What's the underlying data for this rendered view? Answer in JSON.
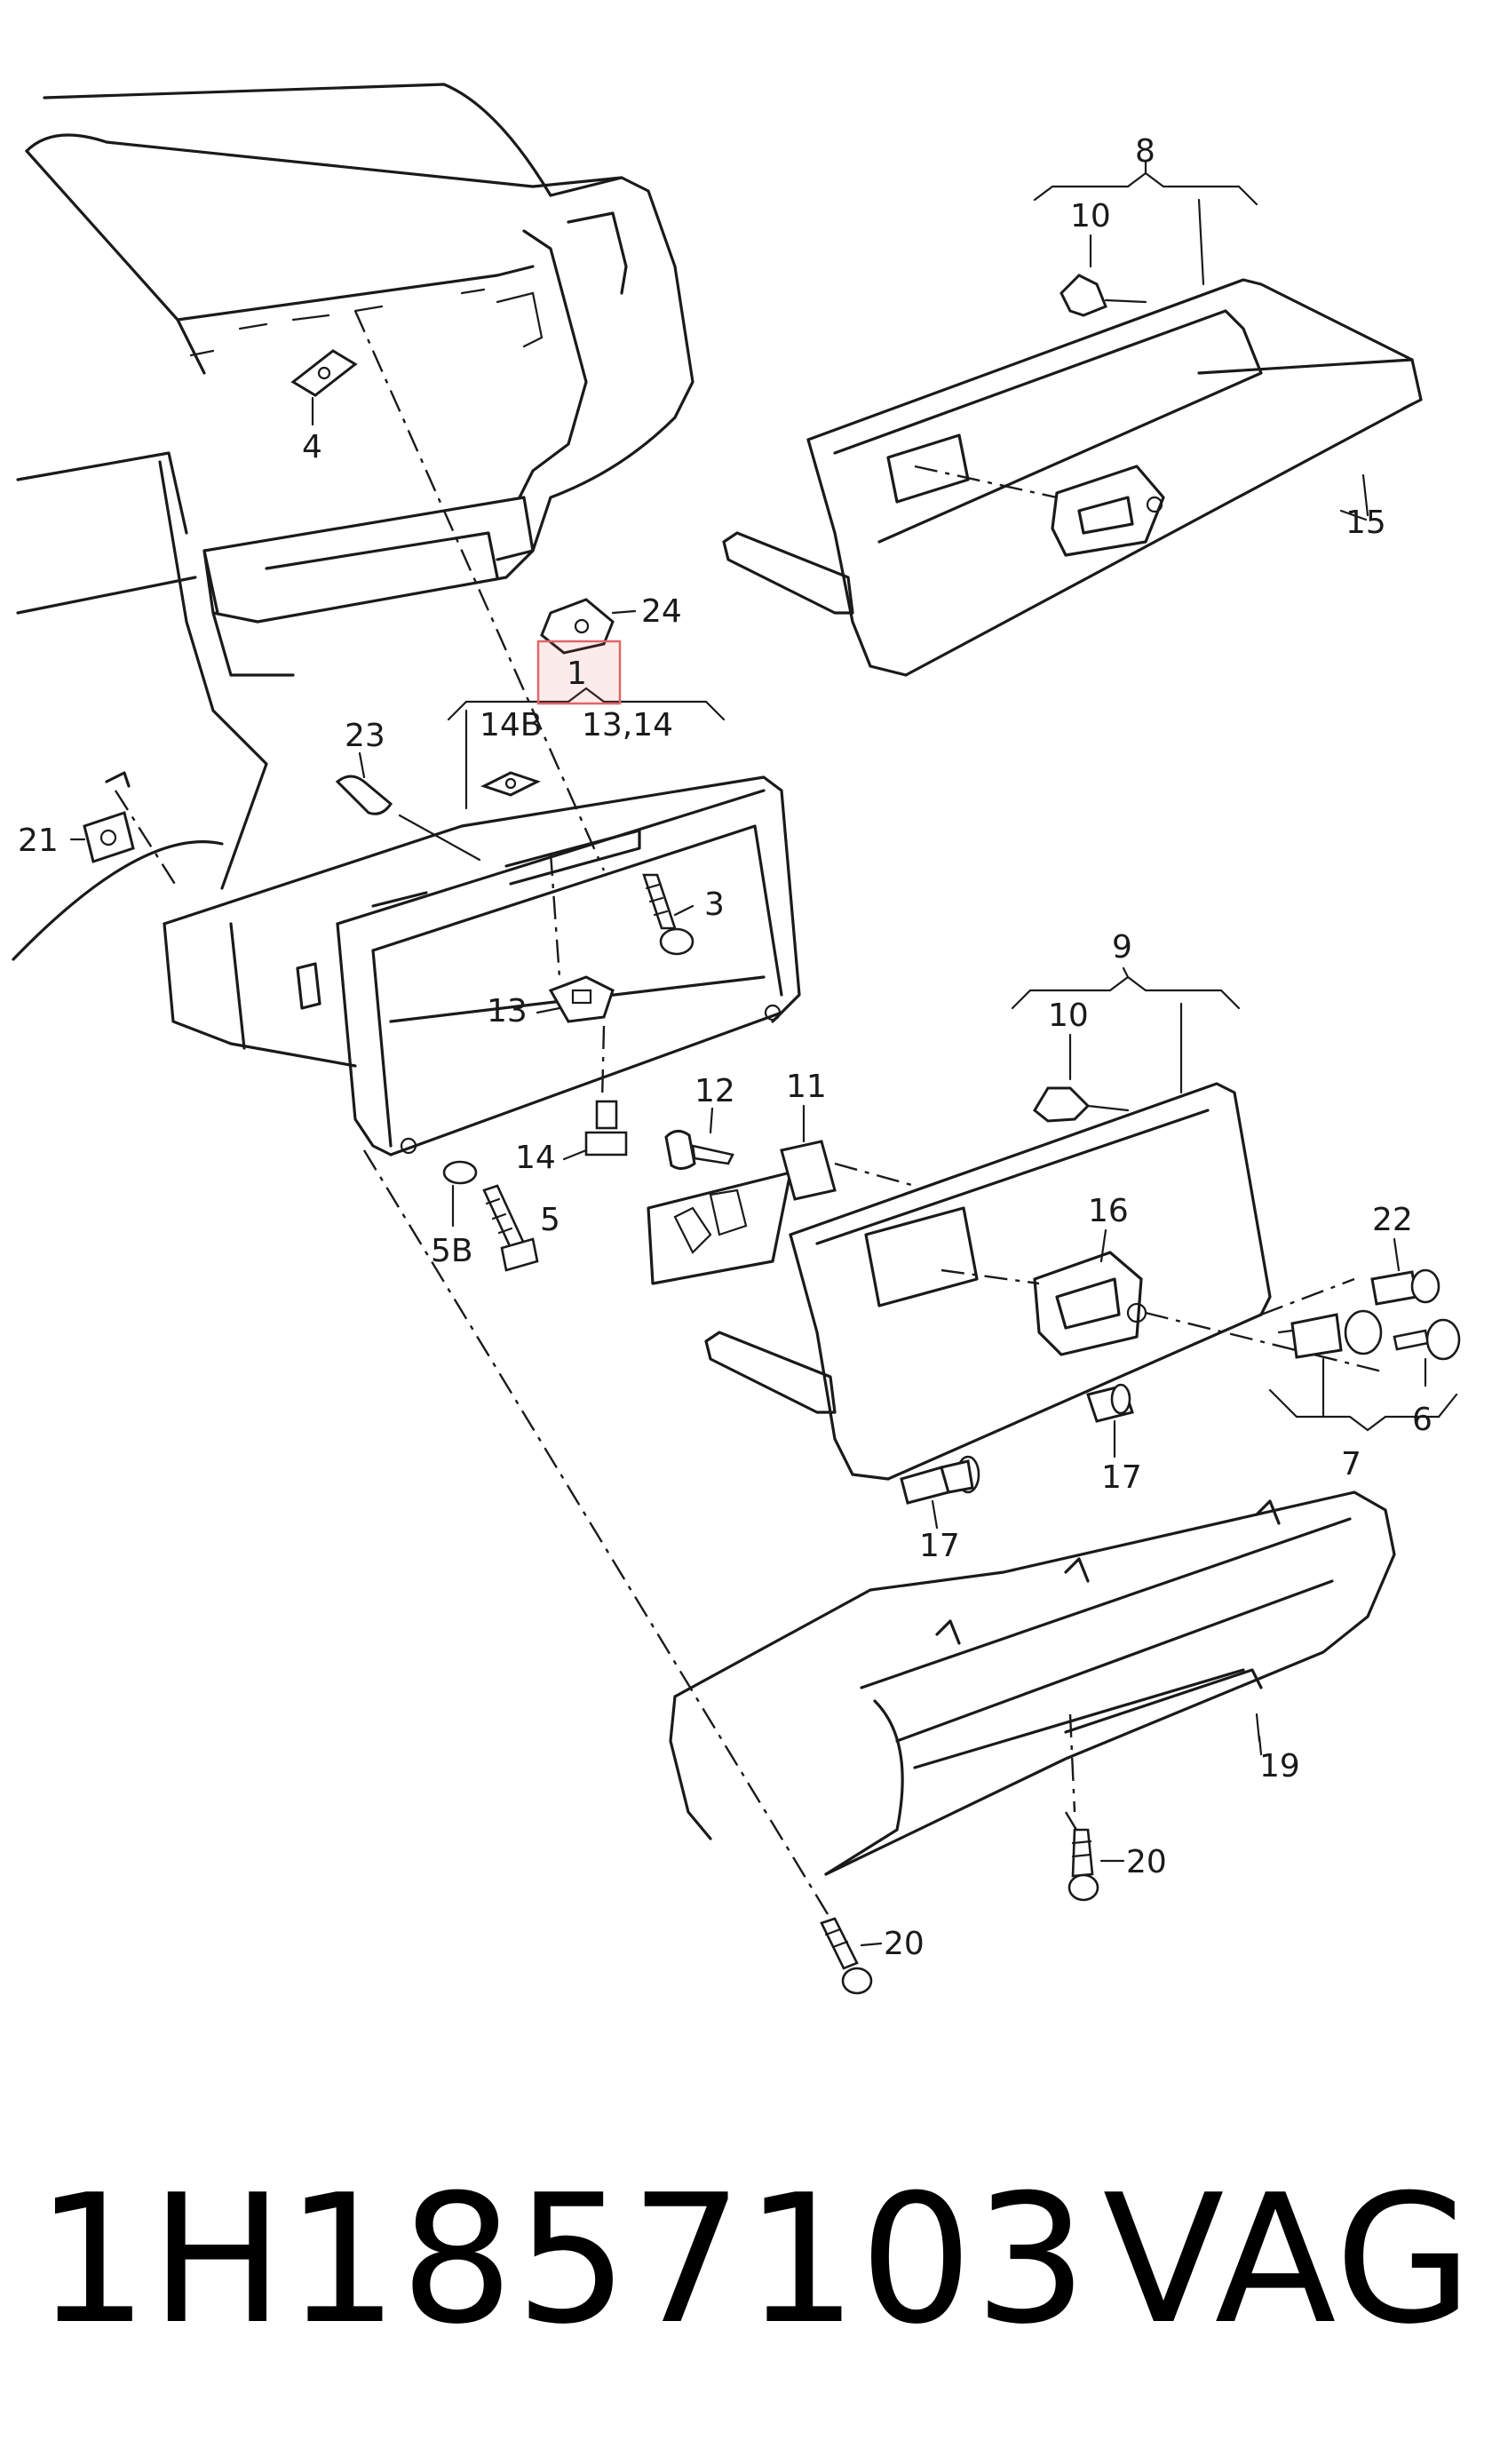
{
  "diagram": {
    "highlighted_callout": "1",
    "highlight_color": "#e06666",
    "callouts": [
      {
        "id": "c1",
        "text": "1"
      },
      {
        "id": "c3",
        "text": "3"
      },
      {
        "id": "c4",
        "text": "4"
      },
      {
        "id": "c5",
        "text": "5"
      },
      {
        "id": "c5b",
        "text": "5B"
      },
      {
        "id": "c6",
        "text": "6"
      },
      {
        "id": "c7",
        "text": "7"
      },
      {
        "id": "c8",
        "text": "8"
      },
      {
        "id": "c9",
        "text": "9"
      },
      {
        "id": "c10a",
        "text": "10"
      },
      {
        "id": "c10b",
        "text": "10"
      },
      {
        "id": "c11",
        "text": "11"
      },
      {
        "id": "c12",
        "text": "12"
      },
      {
        "id": "c13",
        "text": "13"
      },
      {
        "id": "c1314",
        "text": "13,14"
      },
      {
        "id": "c14",
        "text": "14"
      },
      {
        "id": "c14b",
        "text": "14B"
      },
      {
        "id": "c15",
        "text": "15"
      },
      {
        "id": "c16",
        "text": "16"
      },
      {
        "id": "c17a",
        "text": "17"
      },
      {
        "id": "c17b",
        "text": "17"
      },
      {
        "id": "c19",
        "text": "19"
      },
      {
        "id": "c20a",
        "text": "20"
      },
      {
        "id": "c20b",
        "text": "20"
      },
      {
        "id": "c21",
        "text": "21"
      },
      {
        "id": "c22",
        "text": "22"
      },
      {
        "id": "c23",
        "text": "23"
      },
      {
        "id": "c24",
        "text": "24"
      }
    ]
  },
  "caption": {
    "part_number": "1H1857103",
    "brand": "VAG"
  }
}
